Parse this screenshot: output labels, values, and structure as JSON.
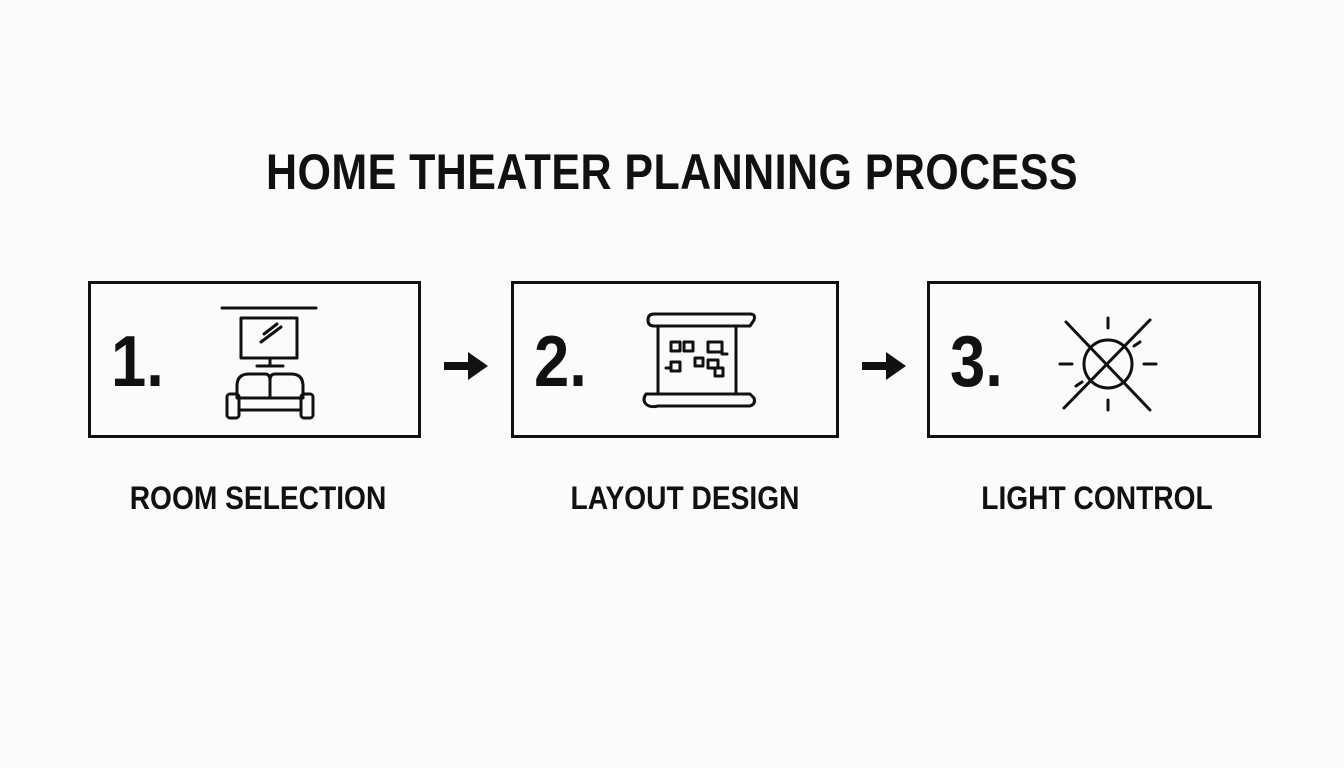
{
  "title": "HOME THEATER PLANNING PROCESS",
  "steps": [
    {
      "number": "1.",
      "label": "ROOM SELECTION",
      "icon": "tv-sofa-icon"
    },
    {
      "number": "2.",
      "label": "LAYOUT DESIGN",
      "icon": "floor-plan-scroll-icon"
    },
    {
      "number": "3.",
      "label": "LIGHT CONTROL",
      "icon": "no-light-icon"
    }
  ],
  "connector_icon": "right-arrow-icon",
  "colors": {
    "background": "#fbfbfb",
    "ink": "#111111"
  }
}
